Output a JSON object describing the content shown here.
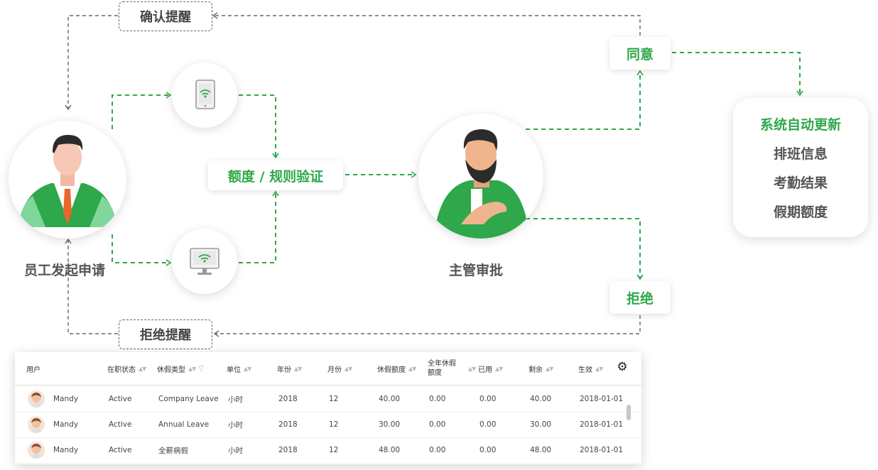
{
  "flow": {
    "employee_label": "员工发起申请",
    "manager_label": "主管审批",
    "verify_label": "额度 / 规则验证",
    "agree_label": "同意",
    "reject_label": "拒绝",
    "confirm_remind": "确认提醒",
    "reject_remind": "拒绝提醒"
  },
  "result": {
    "lines": [
      "系统自动更新",
      "排班信息",
      "考勤结果",
      "假期额度"
    ]
  },
  "colors": {
    "accent_green": "#2ea84a",
    "dashed_gray": "#666666"
  },
  "icons": [
    "phone-icon",
    "monitor-icon",
    "employee-avatar",
    "manager-avatar",
    "gear-icon"
  ],
  "table": {
    "headers": [
      "用户",
      "在职状态",
      "休假类型",
      "单位",
      "年份",
      "月份",
      "休假额度",
      "全年休假额度",
      "已用",
      "剩余",
      "生效"
    ],
    "header_lines": {
      "annual_quota_line1": "全年休假",
      "annual_quota_line2": "额度"
    },
    "rows": [
      {
        "user": "Mandy",
        "status": "Active",
        "type": "Company Leave",
        "unit": "小时",
        "year": "2018",
        "month": "12",
        "quota": "40.00",
        "annual": "0.00",
        "used": "0.00",
        "remain": "40.00",
        "effective": "2018-01-01"
      },
      {
        "user": "Mandy",
        "status": "Active",
        "type": "Annual Leave",
        "unit": "小时",
        "year": "2018",
        "month": "12",
        "quota": "30.00",
        "annual": "0.00",
        "used": "0.00",
        "remain": "30.00",
        "effective": "2018-01-01"
      },
      {
        "user": "Mandy",
        "status": "Active",
        "type": "全薪病假",
        "unit": "小时",
        "year": "2018",
        "month": "12",
        "quota": "48.00",
        "annual": "0.00",
        "used": "0.00",
        "remain": "48.00",
        "effective": "2018-01-01"
      }
    ]
  }
}
